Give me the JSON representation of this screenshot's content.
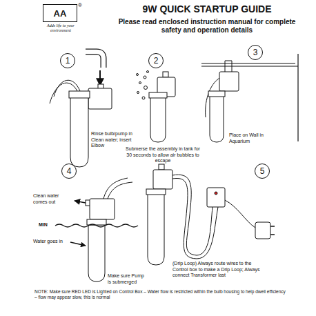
{
  "diagram": {
    "title": "9W QUICK STARTUP GUIDE",
    "nodes": [
      {
        "text": [
          "AA",
          "Adds life to your environment"
        ]
      },
      {
        "text": [
          "1"
        ]
      },
      {
        "text": [
          "2"
        ]
      },
      {
        "text": [
          "3"
        ]
      },
      {
        "text": [
          "4"
        ]
      },
      {
        "text": [
          "5"
        ]
      }
    ],
    "labels": [
      "®",
      "Please read enclosed instruction manual for complete safety and operation details",
      "Rinse bulb/pump in Clean water; insert Elbow",
      "Submerse the assembly in tank for 30 seconds to allow air bubbles to escape",
      "Place on Wall in Aquarium",
      "Clean water comes out",
      "MIN",
      "Water goes in",
      "Make sure Pump is submerged",
      "(Drip Loop) Always route wires to the Control box to make a Drip Loop; Always connect Transformer last",
      "NOTE: Make sure RED LED is Lighted on Control Box – Water flow is restricted within the bulb housing to help dwell efficiency – flow may appear slow, this is normal"
    ]
  }
}
